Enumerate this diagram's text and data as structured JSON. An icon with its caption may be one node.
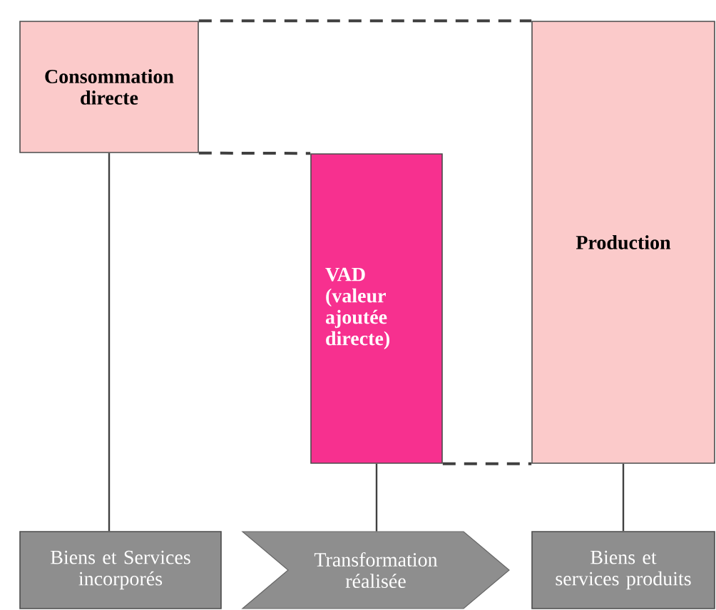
{
  "diagram": {
    "nodes": [
      {
        "text": [
          "Consommation directe"
        ]
      },
      {
        "text": [
          "VAD (valeur ajoutée directe)"
        ]
      },
      {
        "text": [
          "Production"
        ]
      },
      {
        "text": [
          "Biens et Services incorporés"
        ]
      },
      {
        "text": [
          "Transformation réalisée"
        ]
      },
      {
        "text": [
          "Biens et services produits"
        ]
      }
    ],
    "edges": [
      {
        "from": 0,
        "to": 2,
        "arrow": "none",
        "style": "dashed"
      },
      {
        "from": 0,
        "to": 1,
        "arrow": "none",
        "style": "dashed"
      },
      {
        "from": 1,
        "to": 2,
        "arrow": "none",
        "style": "dashed"
      },
      {
        "from": 0,
        "to": 3,
        "arrow": "none"
      },
      {
        "from": 1,
        "to": 4,
        "arrow": "none"
      },
      {
        "from": 2,
        "to": 5,
        "arrow": "none"
      }
    ]
  }
}
